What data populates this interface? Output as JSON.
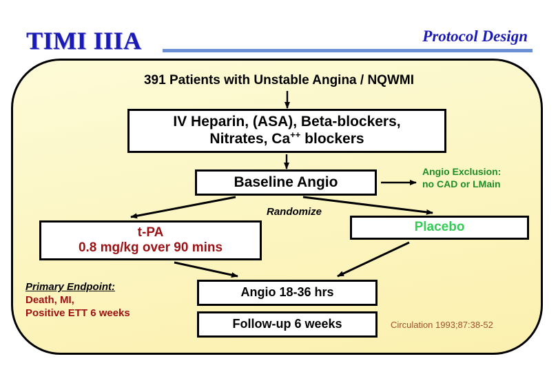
{
  "header": {
    "title": "TIMI IIIA",
    "subtitle": "Protocol Design",
    "title_color": "#1a1ab4",
    "rule_color": "#6b8fd4"
  },
  "panel": {
    "background_color": "#fcf5c0",
    "border_color": "#000000"
  },
  "flow": {
    "population": "391 Patients with Unstable Angina / NQWMI",
    "meds_line1": "IV Heparin, (ASA), Beta-blockers,",
    "meds_line2_pre": "Nitrates, Ca",
    "meds_line2_sup": "++",
    "meds_line2_post": " blockers",
    "baseline_angio": "Baseline Angio",
    "exclusion_line1": "Angio Exclusion:",
    "exclusion_line2": "no CAD or LMain",
    "exclusion_color": "#1d8c26",
    "randomize": "Randomize",
    "tpa_line1": "t-PA",
    "tpa_line2": "0.8 mg/kg over 90 mins",
    "tpa_color": "#9c1014",
    "placebo": "Placebo",
    "placebo_color": "#33cc55",
    "angio_followup": "Angio 18-36 hrs",
    "followup": "Follow-up 6 weeks"
  },
  "endpoint": {
    "title": "Primary Endpoint:",
    "line1": "Death, MI,",
    "line2": "Positive ETT 6 weeks",
    "color": "#9c1014"
  },
  "citation": {
    "text": "Circulation 1993;87:38-52",
    "color": "#a0522d"
  }
}
